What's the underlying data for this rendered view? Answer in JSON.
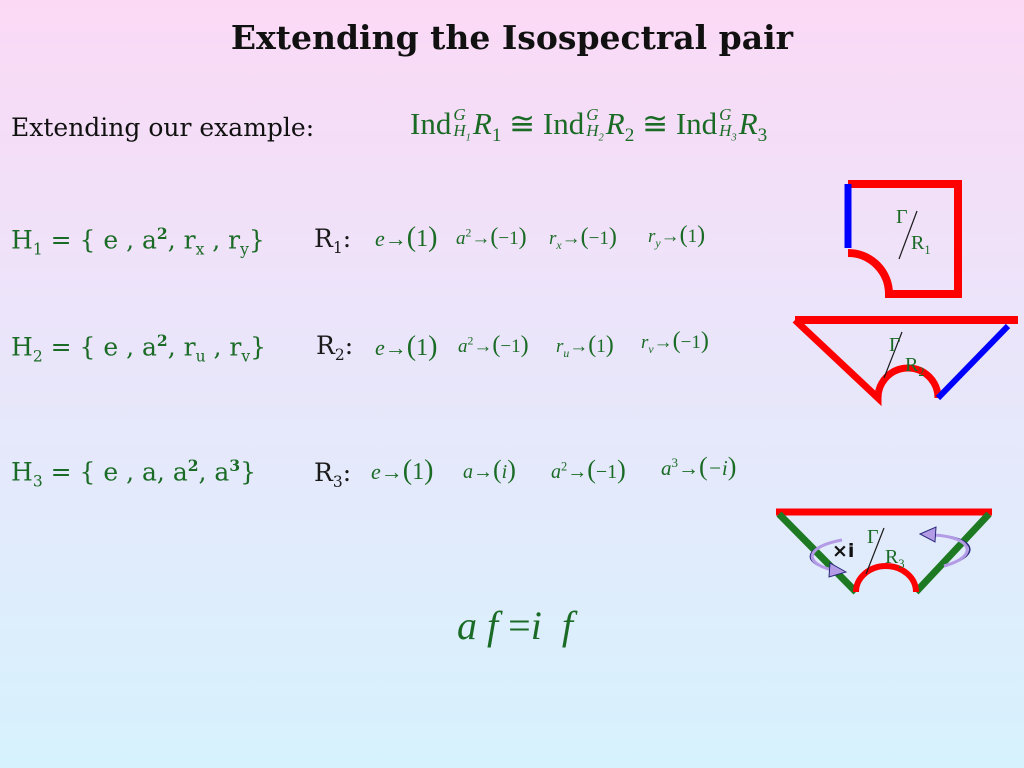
{
  "title": "Extending the Isospectral pair",
  "intro": {
    "label": "Extending our example:",
    "formula": {
      "ind": "Ind",
      "G": "G",
      "H": "H",
      "R": "R",
      "cong": "≅",
      "i1": "1",
      "i2": "2",
      "i3": "3"
    }
  },
  "rows": [
    {
      "H": "H",
      "Hsub": "1",
      "set_open": " = { e , a",
      "sq": "2",
      "set_mid": ", r",
      "g3sub": "x",
      "set_mid2": " , r",
      "g4sub": "y",
      "set_close": "}",
      "R": "R",
      "Rsub": "1",
      "colon": ":",
      "maps": [
        {
          "from": "e",
          "fromsup": "",
          "fromsub": "",
          "to": "1"
        },
        {
          "from": "a",
          "fromsup": "2",
          "fromsub": "",
          "to": "−1"
        },
        {
          "from": "r",
          "fromsup": "",
          "fromsub": "x",
          "to": "−1"
        },
        {
          "from": "r",
          "fromsup": "",
          "fromsub": "y",
          "to": "1"
        }
      ]
    },
    {
      "H": "H",
      "Hsub": "2",
      "set_open": " = { e , a",
      "sq": "2",
      "set_mid": ", r",
      "g3sub": "u",
      "set_mid2": " , r",
      "g4sub": "v",
      "set_close": "}",
      "R": "R",
      "Rsub": "2",
      "colon": ":",
      "maps": [
        {
          "from": "e",
          "fromsup": "",
          "fromsub": "",
          "to": "1"
        },
        {
          "from": "a",
          "fromsup": "2",
          "fromsub": "",
          "to": "−1"
        },
        {
          "from": "r",
          "fromsup": "",
          "fromsub": "u",
          "to": "1"
        },
        {
          "from": "r",
          "fromsup": "",
          "fromsub": "v",
          "to": "−1"
        }
      ]
    },
    {
      "H": "H",
      "Hsub": "3",
      "set_open": " = { e , a, a",
      "sq": "2",
      "set_mid": ", a",
      "cube": "3",
      "set_close": "}",
      "R": "R",
      "Rsub": "3",
      "colon": ":",
      "maps": [
        {
          "from": "e",
          "fromsup": "",
          "fromsub": "",
          "to": "1"
        },
        {
          "from": "a",
          "fromsup": "",
          "fromsub": "",
          "to": "i"
        },
        {
          "from": "a",
          "fromsup": "2",
          "fromsub": "",
          "to": "−1"
        },
        {
          "from": "a",
          "fromsup": "3",
          "fromsub": "",
          "to": "−i"
        }
      ]
    }
  ],
  "arrow": "→",
  "shapes": [
    {
      "gamma": "Γ",
      "R": "R",
      "sub": "1"
    },
    {
      "gamma": "Γ",
      "R": "R",
      "sub": "2"
    },
    {
      "gamma": "Γ",
      "R": "R",
      "sub": "3",
      "mult": "×i"
    }
  ],
  "bottom_formula": {
    "a": "a",
    "f1": "f",
    "eq": "=",
    "i": "i",
    "f2": "f"
  },
  "colors": {
    "green": "#1a6b25",
    "red": "#ff0000",
    "blue": "#0000ff",
    "dark_green": "#1e7a22",
    "arrow_purple": "#b49be6"
  }
}
